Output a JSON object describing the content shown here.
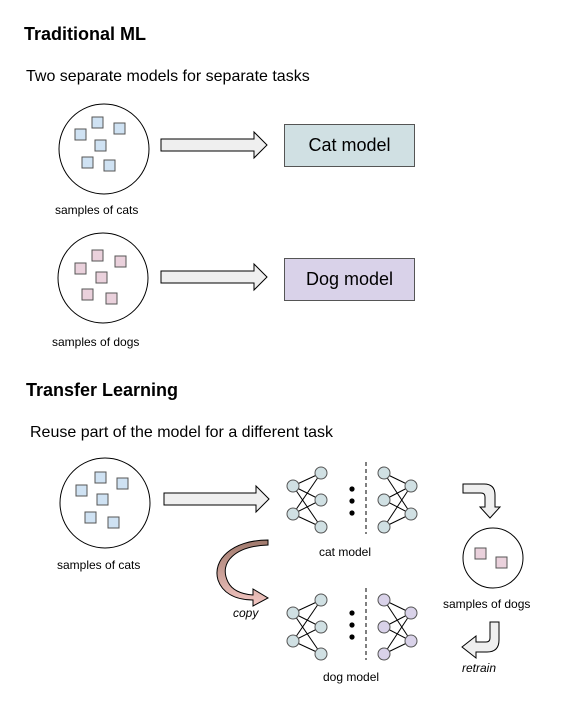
{
  "colors": {
    "cat_square": "#cfe2f3",
    "dog_square": "#ead1dc",
    "cat_model_fill": "#d0e0e3",
    "dog_model_fill": "#d9d2e9",
    "neuron_green": "#d0e0e3",
    "neuron_purple": "#d9d2e9",
    "arrow_fill": "#efefef",
    "copy_arrow_dark": "#a0796c",
    "copy_arrow_light": "#f4c7c3"
  },
  "traditional": {
    "title": "Traditional ML",
    "subtitle": "Two separate models for separate tasks",
    "cats_caption": "samples of cats",
    "dogs_caption": "samples of dogs",
    "cat_model_label": "Cat model",
    "dog_model_label": "Dog model"
  },
  "transfer": {
    "title": "Transfer Learning",
    "subtitle": "Reuse part of the model for a different task",
    "cats_caption": "samples of cats",
    "cat_model_caption": "cat model",
    "dog_model_caption": "dog model",
    "copy_label": "copy",
    "dogs_caption": "samples of dogs",
    "retrain_label": "retrain"
  }
}
